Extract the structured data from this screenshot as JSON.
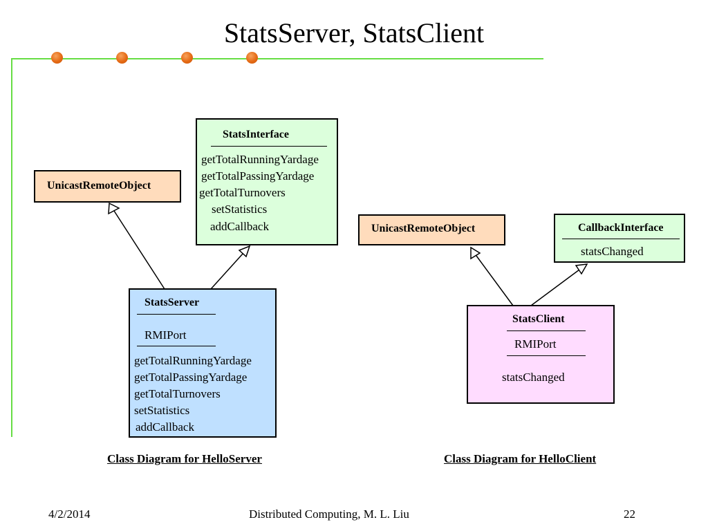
{
  "slide": {
    "title": "StatsServer, StatsClient",
    "colors": {
      "rule": "#66dd44",
      "dot": "#e56a14",
      "orange_fill": "#ffdcbc",
      "green_fill": "#dcffdc",
      "blue_fill": "#bfe0ff",
      "pink_fill": "#ffdcff"
    }
  },
  "server_diagram": {
    "interface": {
      "name": "StatsInterface",
      "methods": [
        "getTotalRunningYardage",
        "getTotalPassingYardage",
        "getTotalTurnovers",
        "setStatistics",
        "addCallback"
      ]
    },
    "base": {
      "name": "UnicastRemoteObject"
    },
    "class": {
      "name": "StatsServer",
      "attributes": [
        "RMIPort"
      ],
      "methods": [
        "getTotalRunningYardage",
        "getTotalPassingYardage",
        "getTotalTurnovers",
        "setStatistics",
        "addCallback"
      ]
    },
    "caption": "Class Diagram for HelloServer"
  },
  "client_diagram": {
    "base": {
      "name": "UnicastRemoteObject"
    },
    "interface": {
      "name": "CallbackInterface",
      "methods": [
        "statsChanged"
      ]
    },
    "class": {
      "name": "StatsClient",
      "attributes": [
        "RMIPort"
      ],
      "methods": [
        "statsChanged"
      ]
    },
    "caption": "Class Diagram for HelloClient"
  },
  "footer": {
    "date": "4/2/2014",
    "center": "Distributed Computing, M. L. Liu",
    "page": "22"
  }
}
